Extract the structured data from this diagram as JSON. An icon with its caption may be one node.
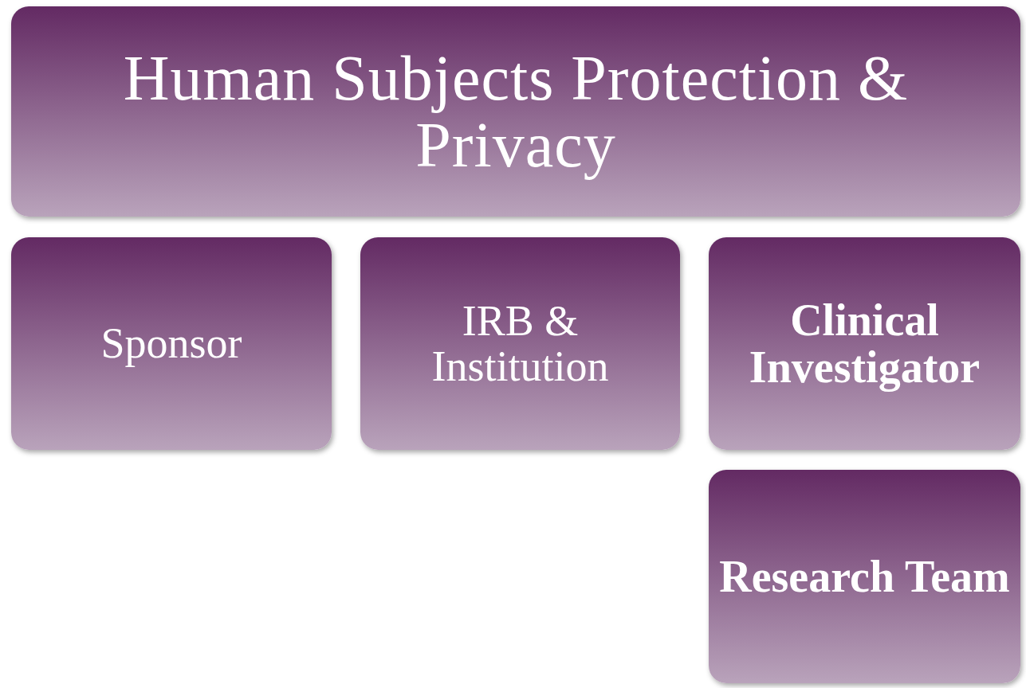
{
  "diagram": {
    "nodes": [
      {
        "text": [
          "Human Subjects Protection & Privacy"
        ]
      },
      {
        "text": [
          "Sponsor"
        ]
      },
      {
        "text": [
          "IRB & Institution"
        ]
      },
      {
        "text": [
          "Clinical Investigator"
        ]
      },
      {
        "text": [
          "Research Team"
        ]
      }
    ]
  }
}
